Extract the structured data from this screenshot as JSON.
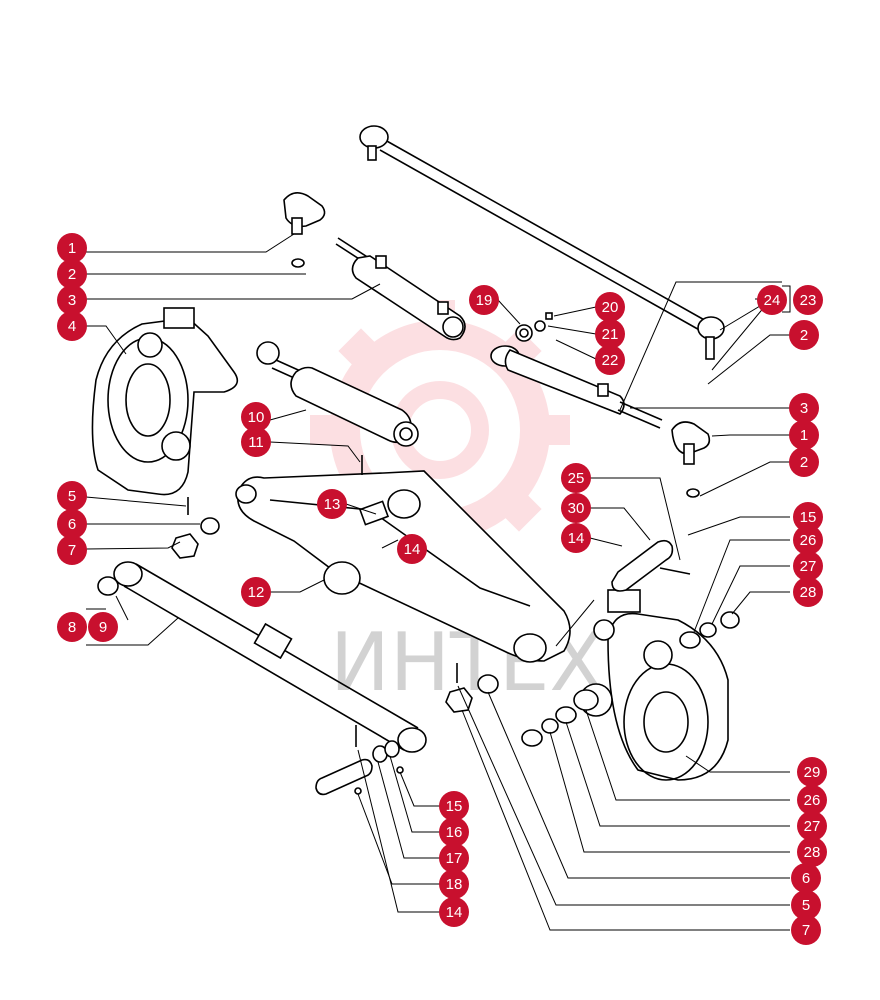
{
  "watermark": {
    "text": "ИНТЕХ",
    "color": "#e8001c"
  },
  "callout_color": "#c8102e",
  "callouts": [
    {
      "id": "c1a",
      "label": "1"
    },
    {
      "id": "c2a",
      "label": "2"
    },
    {
      "id": "c3a",
      "label": "3"
    },
    {
      "id": "c4",
      "label": "4"
    },
    {
      "id": "c5a",
      "label": "5"
    },
    {
      "id": "c6a",
      "label": "6"
    },
    {
      "id": "c7a",
      "label": "7"
    },
    {
      "id": "c8",
      "label": "8"
    },
    {
      "id": "c9",
      "label": "9"
    },
    {
      "id": "c10",
      "label": "10"
    },
    {
      "id": "c11",
      "label": "11"
    },
    {
      "id": "c12",
      "label": "12"
    },
    {
      "id": "c13",
      "label": "13"
    },
    {
      "id": "c14a",
      "label": "14"
    },
    {
      "id": "c19",
      "label": "19"
    },
    {
      "id": "c20",
      "label": "20"
    },
    {
      "id": "c21",
      "label": "21"
    },
    {
      "id": "c22",
      "label": "22"
    },
    {
      "id": "c24",
      "label": "24"
    },
    {
      "id": "c23",
      "label": "23"
    },
    {
      "id": "c2b",
      "label": "2"
    },
    {
      "id": "c3b",
      "label": "3"
    },
    {
      "id": "c1b",
      "label": "1"
    },
    {
      "id": "c2c",
      "label": "2"
    },
    {
      "id": "c25",
      "label": "25"
    },
    {
      "id": "c30",
      "label": "30"
    },
    {
      "id": "c14b",
      "label": "14"
    },
    {
      "id": "c15a",
      "label": "15"
    },
    {
      "id": "c26a",
      "label": "26"
    },
    {
      "id": "c27a",
      "label": "27"
    },
    {
      "id": "c28a",
      "label": "28"
    },
    {
      "id": "c29",
      "label": "29"
    },
    {
      "id": "c26b",
      "label": "26"
    },
    {
      "id": "c27b",
      "label": "27"
    },
    {
      "id": "c28b",
      "label": "28"
    },
    {
      "id": "c6b",
      "label": "6"
    },
    {
      "id": "c5b",
      "label": "5"
    },
    {
      "id": "c7b",
      "label": "7"
    },
    {
      "id": "c15b",
      "label": "15"
    },
    {
      "id": "c16",
      "label": "16"
    },
    {
      "id": "c17",
      "label": "17"
    },
    {
      "id": "c18",
      "label": "18"
    },
    {
      "id": "c14c",
      "label": "14"
    }
  ]
}
